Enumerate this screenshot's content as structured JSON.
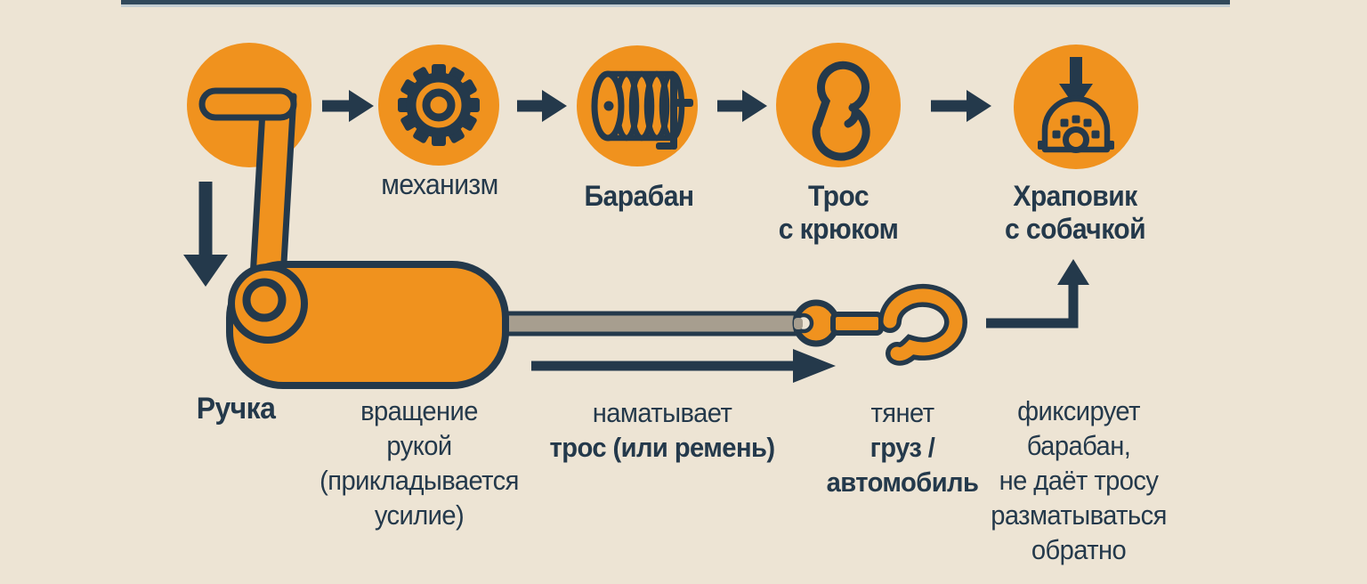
{
  "colors": {
    "background": "#EDE4D4",
    "accent_orange": "#F0921E",
    "ink_navy": "#24394B",
    "cable_gray": "#A79E8F",
    "topbar": "#31495B",
    "topbar_edge": "#C3CDD2"
  },
  "flow": {
    "steps": [
      {
        "icon": "crank-handle-icon",
        "lines": []
      },
      {
        "icon": "gear-icon",
        "lines": [
          "механизм"
        ]
      },
      {
        "icon": "drum-icon",
        "lines": [
          "Барабан"
        ]
      },
      {
        "icon": "hook-icon",
        "lines": [
          "Трос",
          "с крюком"
        ]
      },
      {
        "icon": "ratchet-pawl-icon",
        "lines": [
          "Храповик",
          "с собачкой"
        ]
      }
    ]
  },
  "captions": {
    "handle": "Ручка",
    "rotation_lines": [
      "вращение",
      "рукой",
      "(прикладывается",
      "усилие)"
    ],
    "winding": {
      "plain": "наматывает",
      "emphasis": "трос (или ремень)"
    },
    "pulling": {
      "plain": "тянет",
      "emphasis_lines": [
        "груз /",
        "автомобиль"
      ]
    },
    "locking_lines": [
      "фиксирует",
      "барабан,",
      "не даёт тросу",
      "разматываться",
      "обратно"
    ]
  }
}
